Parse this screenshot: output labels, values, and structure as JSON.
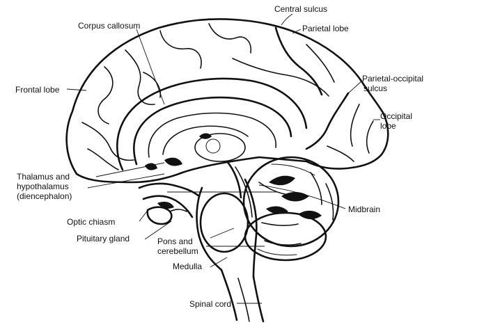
{
  "labels": {
    "central_sulcus": "Central sulcus",
    "parietal_lobe": "Parietal lobe",
    "corpus_callosum": "Corpus callosum",
    "frontal_lobe": "Frontal lobe",
    "parietal_occipital_sulcus_line1": "Parietal-occipital",
    "parietal_occipital_sulcus_line2": "sulcus",
    "occipital_lobe_line1": "Occipital",
    "occipital_lobe_line2": "lobe",
    "thalamus_line1": "Thalamus and",
    "thalamus_line2": "hypothalamus",
    "thalamus_line3": "(diencephalon)",
    "midbrain": "Midbrain",
    "optic_chiasm": "Optic chiasm",
    "pituitary_gland": "Pituitary gland",
    "pons_line1": "Pons and",
    "pons_line2": "cerebellum",
    "medulla": "Medulla",
    "spinal_cord": "Spinal cord"
  }
}
